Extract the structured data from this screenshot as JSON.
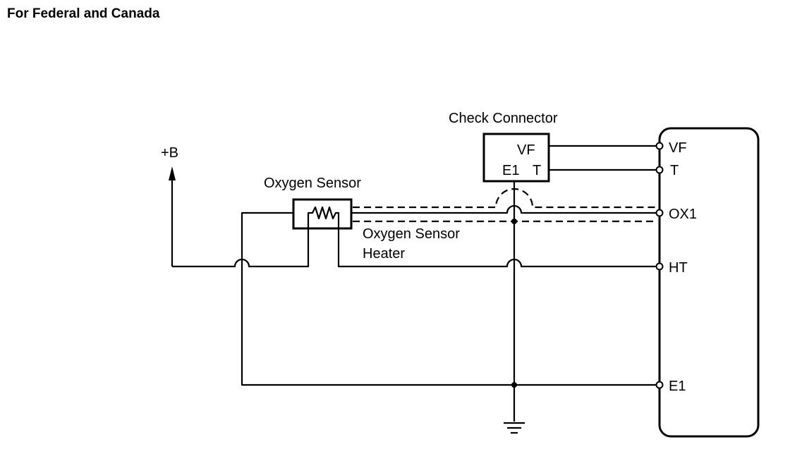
{
  "title": "For Federal and Canada",
  "check_connector": {
    "label": "Check Connector",
    "pin_vf": "VF",
    "pin_e1": "E1",
    "pin_t": "T"
  },
  "oxygen_sensor": {
    "label": "Oxygen Sensor",
    "heater_label_line1": "Oxygen Sensor",
    "heater_label_line2": "Heater"
  },
  "power": {
    "label": "+B"
  },
  "ecu_terminals": {
    "vf": "VF",
    "t": "T",
    "ox1": "OX1",
    "ht": "HT",
    "e1": "E1"
  }
}
